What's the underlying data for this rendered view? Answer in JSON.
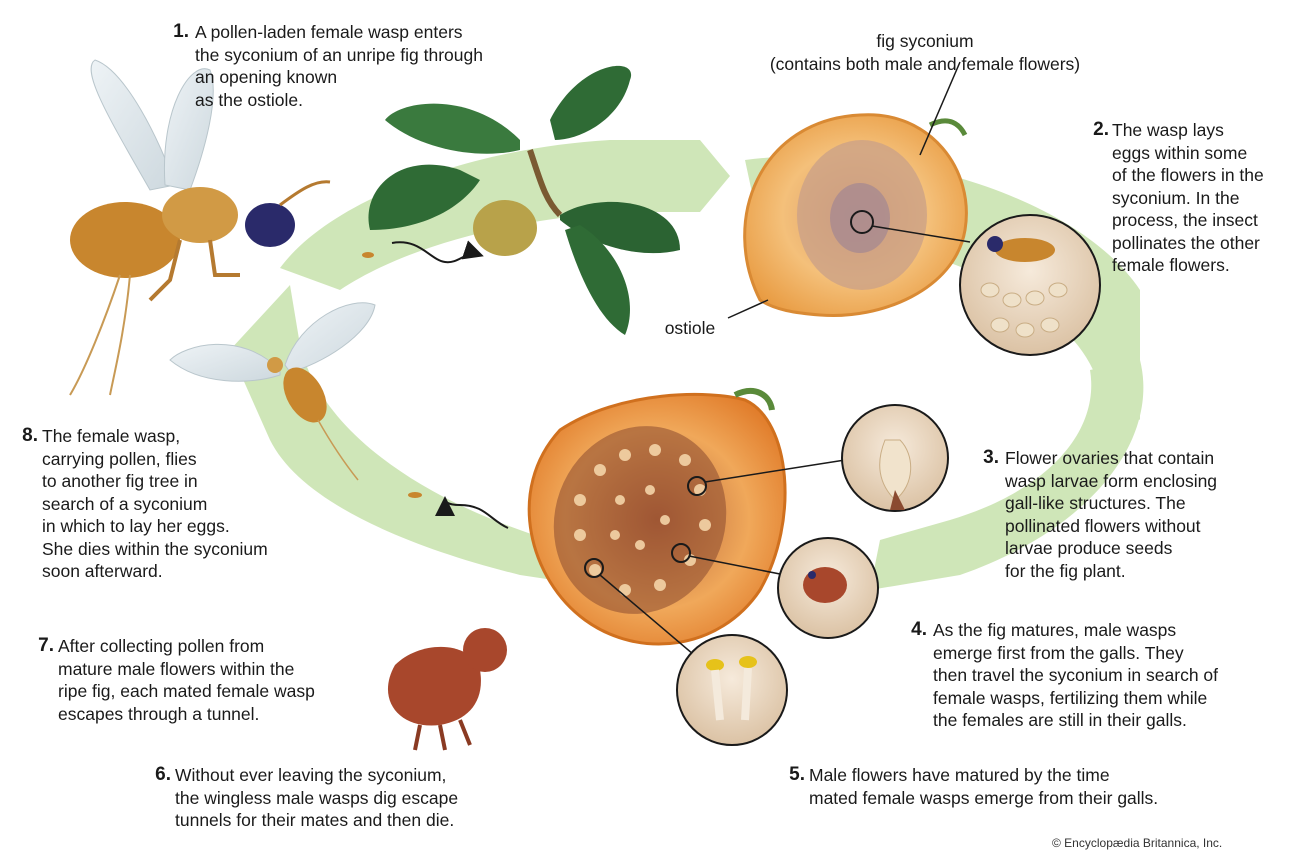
{
  "steps": [
    {
      "num": "1.",
      "text": "A pollen-laden female wasp enters\nthe syconium of an unripe fig through\nan opening known\nas the ostiole."
    },
    {
      "num": "2.",
      "text": "The wasp lays\neggs within some\nof the flowers in the\nsyconium. In the\nprocess, the insect\npollinates the other\nfemale flowers."
    },
    {
      "num": "3.",
      "text": "Flower ovaries that contain\nwasp larvae form enclosing\ngall-like structures. The\npollinated flowers without\nlarvae produce seeds\nfor the fig plant."
    },
    {
      "num": "4.",
      "text": "As the fig matures, male wasps\nemerge first from the galls. They\nthen travel the syconium in search of\nfemale wasps, fertilizing them while\nthe females are still in their galls."
    },
    {
      "num": "5.",
      "text": "Male flowers have matured by the time\nmated female wasps emerge from their galls."
    },
    {
      "num": "6.",
      "text": "Without ever leaving the syconium,\nthe wingless male wasps dig escape\ntunnels for their mates and then die."
    },
    {
      "num": "7.",
      "text": "After collecting pollen from\nmature male flowers within the\nripe fig, each mated female wasp\nescapes through a tunnel."
    },
    {
      "num": "8.",
      "text": "The female wasp,\ncarrying pollen, flies\nto another fig tree in\nsearch of a syconium\nin which to lay her eggs.\nShe dies within the syconium\nsoon afterward."
    }
  ],
  "labels": {
    "fig_syconium": "fig syconium\n(contains both male and female flowers)",
    "ostiole": "ostiole"
  },
  "credit": "© Encyclopædia Britannica, Inc.",
  "colors": {
    "cycle_arrow": "#cfe6b8",
    "fig_flesh": "#f2b56b",
    "fig_skin": "#d98a34",
    "leaf": "#2f6b35",
    "wasp_body": "#c8862e",
    "male_wasp": "#a8472c",
    "leader_line": "#1a1a1a"
  }
}
